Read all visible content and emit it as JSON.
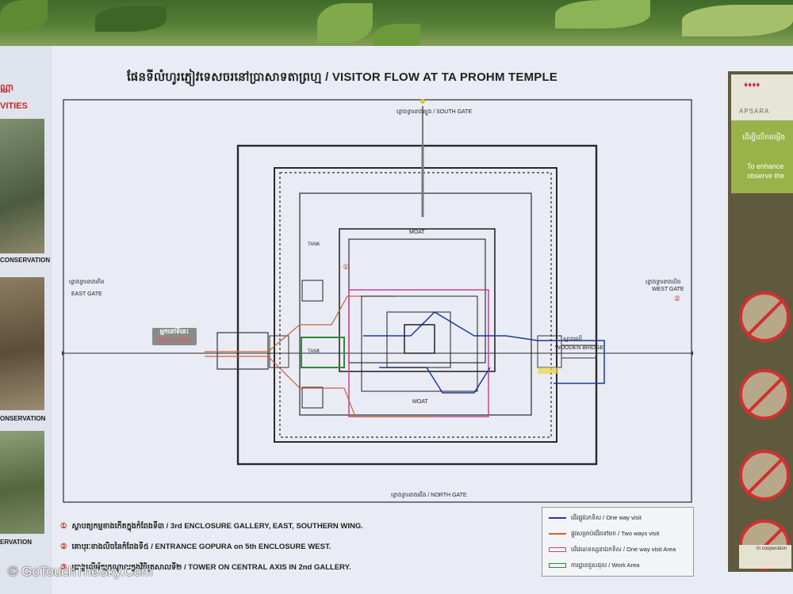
{
  "sign": {
    "title": "ផែនទីលំហូរភ្ញៀវទេសចរនៅប្រាសាទតាព្រហ្ម / VISITOR FLOW AT TA PROHM TEMPLE",
    "gates": {
      "south": "ខ្លោងទ្វារខាងត្បូង / SOUTH GATE",
      "north": "ខ្លោងទ្វារខាងជើង / NORTH GATE",
      "east_kh": "ខ្លោងទ្វារខាងកើត",
      "east_en": "EAST GATE",
      "west_kh": "ខ្លោងទ្វារខាងលិច",
      "west_en": "WEST GATE"
    },
    "labels": {
      "moat_top": "MOAT",
      "moat_bottom": "MOAT",
      "tank_top": "TANK",
      "tank_bottom": "TANK",
      "wooden_bridge_kh": "ស្ពានឈើ",
      "wooden_bridge_en": "WOODEN BRIDGE",
      "marker_1": "①",
      "marker_2": "②"
    },
    "you_are_here": {
      "kh": "អ្នកនៅទីនេះ",
      "en": "You are here"
    },
    "notes": [
      {
        "num": "①",
        "text": "ស្ថាបត្យកម្មខាងកើតក្នុងកំពែងទី៣ / 3rd ENCLOSURE GALLERY, EAST, SOUTHERN WING."
      },
      {
        "num": "②",
        "text": "គោបុរៈខាងលិចនៃកំពែងទី៥ / ENTRANCE GOPURA on 5th ENCLOSURE WEST."
      },
      {
        "num": "③",
        "text": "ប្រាង្គលើអ័ក្សកណ្ដាលក្នុងវិចិត្រសាលទី២ / TOWER ON CENTRAL AXIS IN 2nd GALLERY."
      }
    ],
    "legend": [
      {
        "text": "ដើរផ្លូវឯកទិស / One  way visit",
        "color": "#1f3a9a"
      },
      {
        "text": "ផ្លូវសម្រាប់ដើរទៅមក / Two ways visit",
        "color": "#c8643a"
      },
      {
        "text": "បរិវេណទស្សនាឯកទិស / One way visit Area",
        "color": "#c2448f"
      },
      {
        "text": "ការដ្ឋានជួសជុល / Work Area",
        "color": "#2f8a3a"
      }
    ]
  },
  "left_panel": {
    "heading_kh": "ណ្ណា",
    "heading_en": "VITIES",
    "captions": [
      "CONSERVATION",
      "ONSERVATION",
      "ERVATION"
    ]
  },
  "right_panel": {
    "logo_text": "APSARA",
    "text_kh": "ដើម្បីលើកតម្កើង",
    "text_en_1": "To enhance",
    "text_en_2": "observe the",
    "cooperation": "In cooperation"
  },
  "watermark": "© GoTouchTheSky.Com",
  "colors": {
    "one_way": "#1f3a9a",
    "two_way": "#c8643a",
    "area": "#c2448f",
    "work": "#2f8a3a"
  }
}
